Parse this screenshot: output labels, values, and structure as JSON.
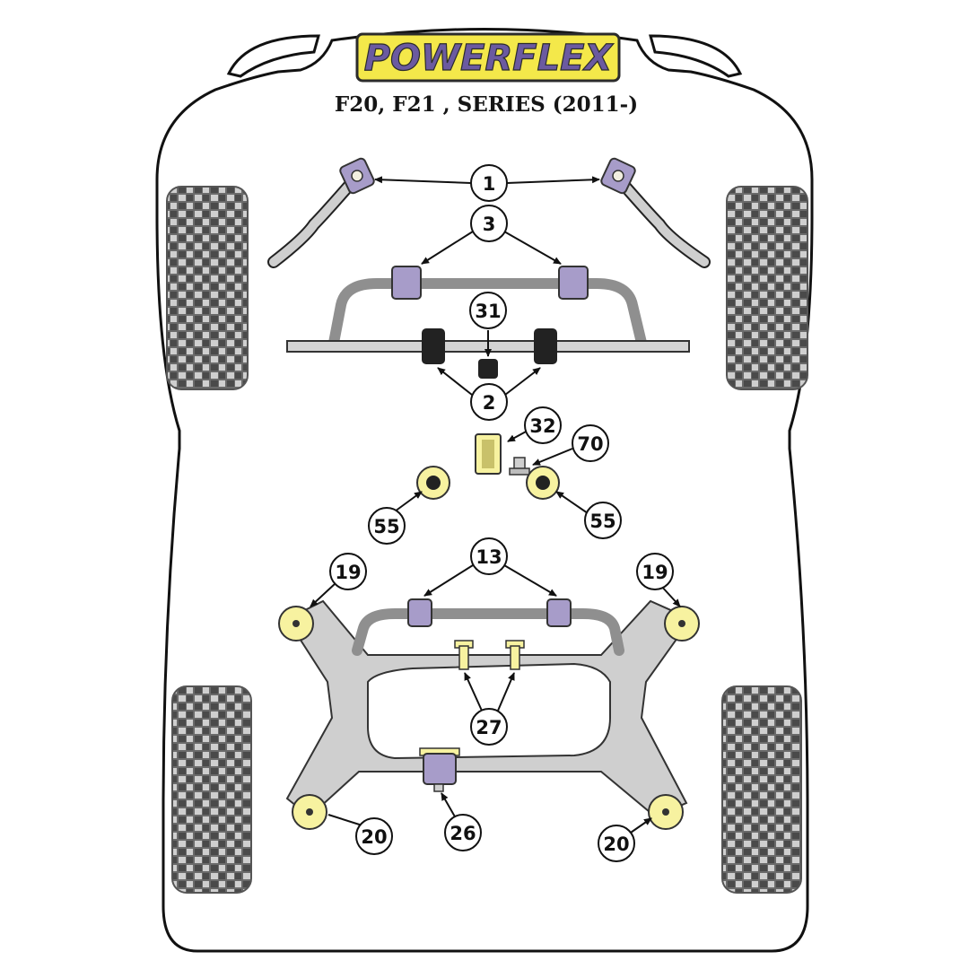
{
  "brand": {
    "name": "POWERFLEX"
  },
  "subtitle": "F20, F21 , SERIES (2011-)",
  "colors": {
    "purple": "#a79cc9",
    "purple_dark": "#6a5e8f",
    "yellow": "#f7f2a0",
    "yellow_dark": "#c9c16a",
    "gray_part": "#c9c9c9",
    "tyre": "#5a5a5a",
    "outline": "#111111"
  },
  "callouts": [
    {
      "id": "c1",
      "text": "1"
    },
    {
      "id": "c3",
      "text": "3"
    },
    {
      "id": "c31",
      "text": "31"
    },
    {
      "id": "c2",
      "text": "2"
    },
    {
      "id": "c32",
      "text": "32"
    },
    {
      "id": "c70",
      "text": "70"
    },
    {
      "id": "c55a",
      "text": "55"
    },
    {
      "id": "c55b",
      "text": "55"
    },
    {
      "id": "c13",
      "text": "13"
    },
    {
      "id": "c19a",
      "text": "19"
    },
    {
      "id": "c19b",
      "text": "19"
    },
    {
      "id": "c27",
      "text": "27"
    },
    {
      "id": "c20a",
      "text": "20"
    },
    {
      "id": "c26",
      "text": "26"
    },
    {
      "id": "c20b",
      "text": "20"
    }
  ]
}
